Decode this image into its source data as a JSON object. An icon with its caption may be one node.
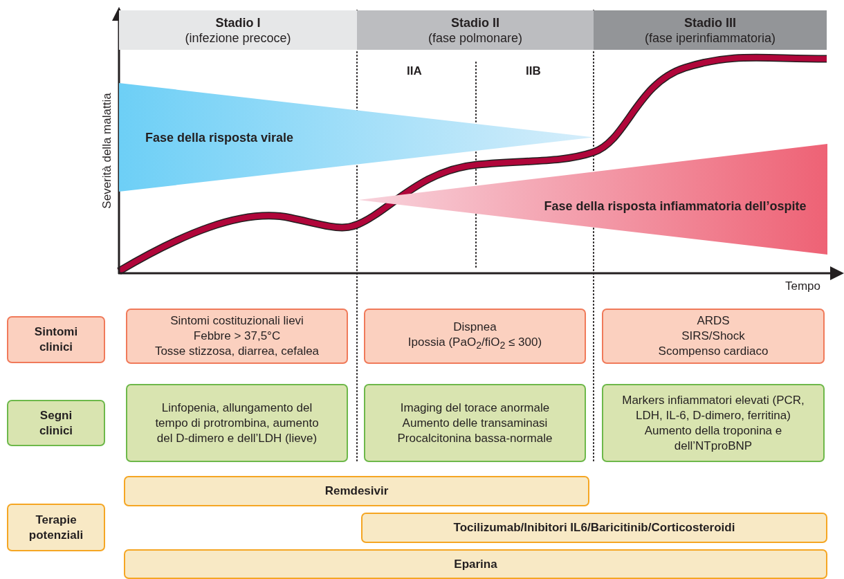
{
  "diagram": {
    "nodes": [
      {
        "text": [
          "Stadio I",
          "(infezione precoce)"
        ]
      },
      {
        "text": [
          "Stadio II",
          "(fase polmonare)"
        ]
      },
      {
        "text": [
          "Stadio III",
          "(fase iperinfiammatoria)"
        ]
      },
      {
        "text": [
          "Fase della risposta virale"
        ]
      },
      {
        "text": [
          "Fase della risposta infiammatoria dell’ospite"
        ]
      },
      {
        "text": [
          "Sintomi clinici"
        ]
      },
      {
        "text": [
          "Sintomi costituzionali lievi",
          "Febbre > 37,5°C",
          "Tosse stizzosa, diarrea, cefalea"
        ]
      },
      {
        "text": [
          "Dispnea",
          "Ipossia (PaO$_{2}$/fiO$_{2}$ ≤ 300)"
        ]
      },
      {
        "text": [
          "ARDS",
          "SIRS/Shock",
          "Scompenso cardiaco"
        ]
      },
      {
        "text": [
          "Segni clinici"
        ]
      },
      {
        "text": [
          "Linfopenia, allungamento del tempo di protrombina, aumento del D-dimero e dell’LDH (lieve)"
        ]
      },
      {
        "text": [
          "Imaging del torace anormale",
          "Aumento delle transaminasi",
          "Procalcitonina bassa-normale"
        ]
      },
      {
        "text": [
          "Markers infiammatori elevati (PCR, LDH, IL-6, D-dimero, ferritina)",
          "Aumento della troponina e dell’NTproBNP"
        ]
      },
      {
        "text": [
          "Terapie potenziali"
        ]
      },
      {
        "text": [
          "Remdesivir"
        ]
      },
      {
        "text": [
          "Tocilizumab/Inibitori IL6/Baricitinib/Corticosteroidi"
        ]
      },
      {
        "text": [
          "Eparina"
        ]
      }
    ],
    "edges": [],
    "labels": [
      "IIA",
      "IIB",
      "Severità della malattia",
      "Tempo"
    ]
  }
}
